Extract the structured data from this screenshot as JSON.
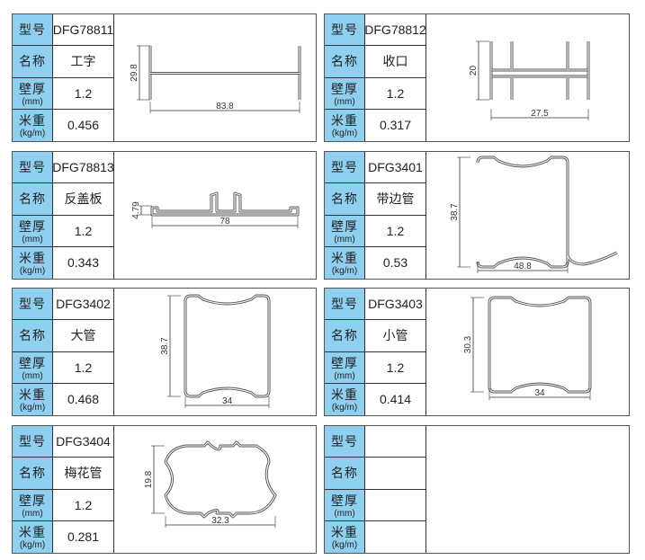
{
  "labels": {
    "model": "型号",
    "name": "名称",
    "thickness": "壁厚",
    "thickness_unit": "(mm)",
    "weight": "米重",
    "weight_unit": "(kg/m)"
  },
  "colors": {
    "label_bg": "#8fcff0",
    "border": "#333333"
  },
  "cards": [
    {
      "model": "DFG78811",
      "name": "工字",
      "thickness": "1.2",
      "weight": "0.456",
      "dims": [
        "29.8",
        "83.8"
      ]
    },
    {
      "model": "DFG78812",
      "name": "收口",
      "thickness": "1.2",
      "weight": "0.317",
      "dims": [
        "20",
        "27.5"
      ]
    },
    {
      "model": "DFG78813",
      "name": "反盖板",
      "thickness": "1.2",
      "weight": "0.343",
      "dims": [
        "4.79",
        "78"
      ]
    },
    {
      "model": "DFG3401",
      "name": "带边管",
      "thickness": "1.2",
      "weight": "0.53",
      "dims": [
        "38.7",
        "48.8"
      ]
    },
    {
      "model": "DFG3402",
      "name": "大管",
      "thickness": "1.2",
      "weight": "0.468",
      "dims": [
        "38.7",
        "34"
      ]
    },
    {
      "model": "DFG3403",
      "name": "小管",
      "thickness": "1.2",
      "weight": "0.414",
      "dims": [
        "30.3",
        "34"
      ]
    },
    {
      "model": "DFG3404",
      "name": "梅花管",
      "thickness": "1.2",
      "weight": "0.281",
      "dims": [
        "19.8",
        "32.3"
      ]
    },
    {
      "model": "",
      "name": "",
      "thickness": "",
      "weight": "",
      "dims": []
    }
  ]
}
